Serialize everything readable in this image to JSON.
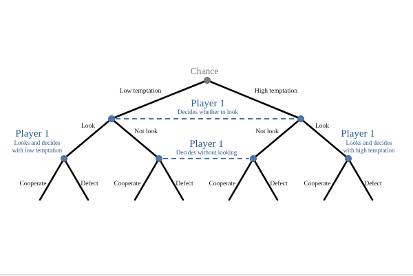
{
  "colors": {
    "edge": "#000000",
    "player": "#2e5d96",
    "node": "#4f79ad",
    "chance": "#7a7a7a"
  },
  "root": {
    "label": "Chance"
  },
  "level1": {
    "left_branch": "Low temptation",
    "right_branch": "High temptation",
    "info_set": {
      "title": "Player 1",
      "subtitle": "Decides whether to look"
    }
  },
  "level2": {
    "look": "Look",
    "not_look": "Not look",
    "info_set": {
      "title": "Player 1",
      "subtitle": "Decides without looking"
    }
  },
  "side_labels": {
    "left": {
      "title": "Player 1",
      "line1": "Looks and decides",
      "line2": "with low temptation"
    },
    "right": {
      "title": "Player 1",
      "line1": "Looks and decides",
      "line2": "with high temptation"
    }
  },
  "actions": {
    "cooperate": "Cooperate",
    "defect": "Defect"
  }
}
